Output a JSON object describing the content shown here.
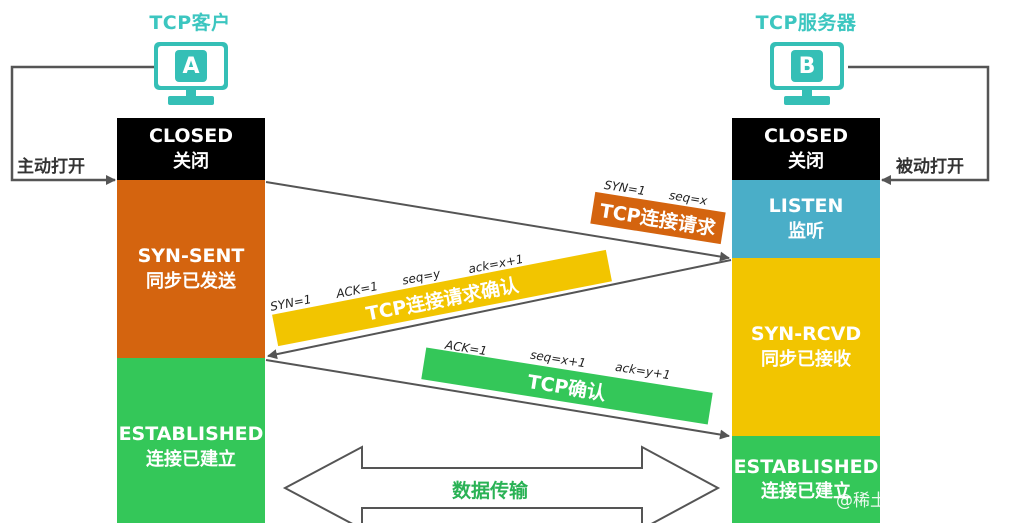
{
  "client": {
    "title": "TCP客户",
    "letter": "A"
  },
  "server": {
    "title": "TCP服务器",
    "letter": "B"
  },
  "labels": {
    "active_open": "主动打开",
    "passive_open": "被动打开"
  },
  "client_states": [
    {
      "en": "CLOSED",
      "cn": "关闭",
      "color": "#000000"
    },
    {
      "en": "SYN-SENT",
      "cn": "同步已发送",
      "color": "#d4640f"
    },
    {
      "en": "ESTABLISHED",
      "cn": "连接已建立",
      "color": "#34c759"
    }
  ],
  "server_states": [
    {
      "en": "CLOSED",
      "cn": "关闭",
      "color": "#000000"
    },
    {
      "en": "LISTEN",
      "cn": "监听",
      "color": "#4aaec8"
    },
    {
      "en": "SYN-RCVD",
      "cn": "同步已接收",
      "color": "#f2c500"
    },
    {
      "en": "ESTABLISHED",
      "cn": "连接已建立",
      "color": "#34c759"
    }
  ],
  "segments": {
    "syn": {
      "band": "TCP连接请求",
      "fields": [
        "SYN=1",
        "seq=x"
      ],
      "color": "#d4640f"
    },
    "syn_ack": {
      "band": "TCP连接请求确认",
      "fields": [
        "SYN=1",
        "ACK=1",
        "seq=y",
        "ack=x+1"
      ],
      "color": "#f2c500"
    },
    "ack": {
      "band": "TCP确认",
      "fields": [
        "ACK=1",
        "seq=x+1",
        "ack=y+1"
      ],
      "color": "#34c759"
    }
  },
  "data_transfer": "数据传输",
  "watermark": "@稀土掘金技术社区"
}
